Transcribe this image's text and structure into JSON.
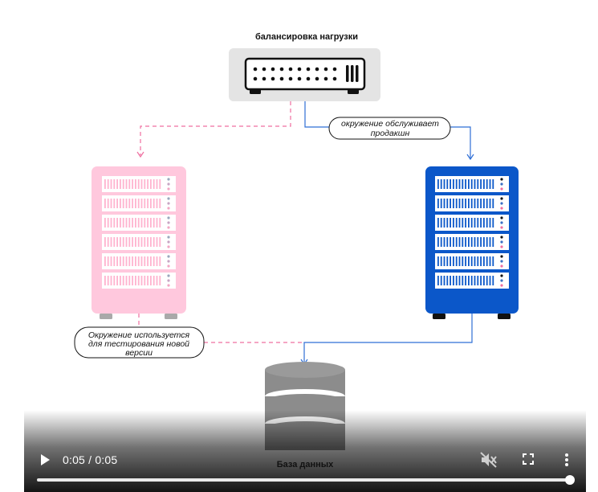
{
  "diagram": {
    "load_balancer_title": "балансировка нагрузки",
    "callout_production": [
      "окружение обслуживает",
      "продакшн"
    ],
    "callout_testing": [
      "Окружение используется",
      "для тестирования новой",
      "версии"
    ],
    "database_label": "База данных",
    "colors": {
      "test_server": "#ffc8dd",
      "prod_server": "#0b57c9",
      "load_balancer": "#e2e2e2",
      "database": "#8a8a8a",
      "pink_line": "#ef6fa0",
      "blue_line": "#2f6fd6"
    }
  },
  "player": {
    "time_display": "0:05 / 0:05",
    "progress_fraction": 1.0,
    "icons": {
      "play": "play-icon",
      "mute": "volume-muted-icon",
      "fullscreen": "fullscreen-icon",
      "more": "more-vertical-icon"
    }
  }
}
